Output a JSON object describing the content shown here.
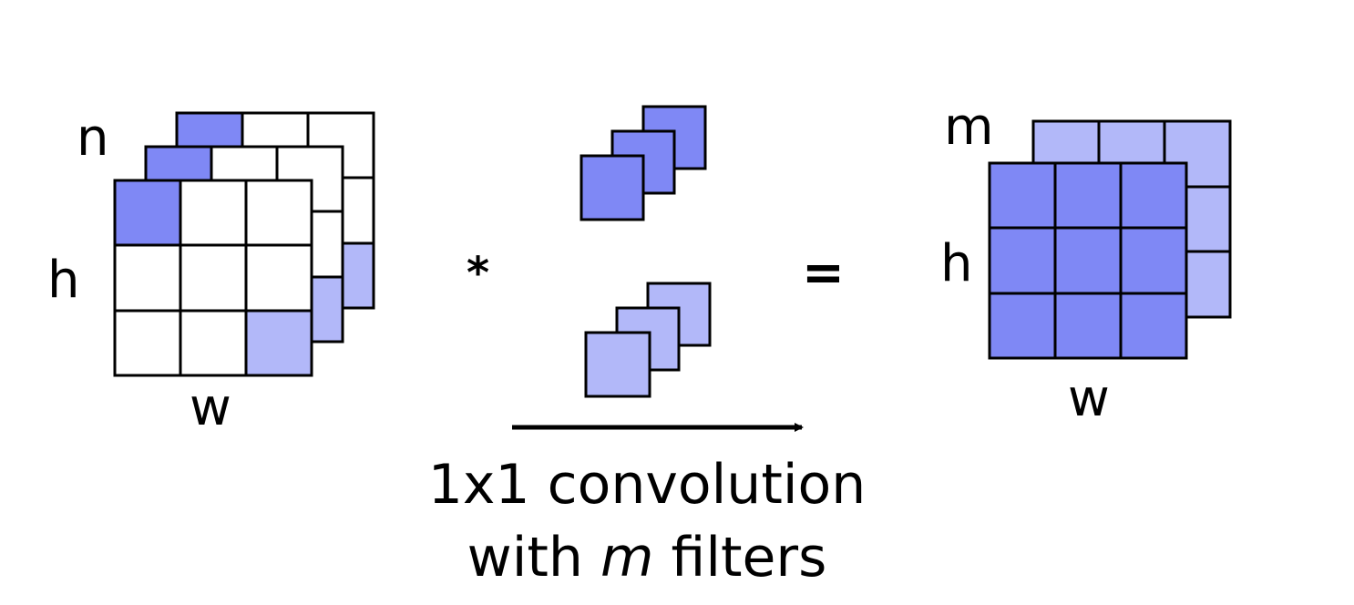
{
  "input": {
    "depth_label": "n",
    "height_label": "h",
    "width_label": "w"
  },
  "operators": {
    "convolve": "*",
    "equals": "="
  },
  "output": {
    "depth_label": "m",
    "height_label": "h",
    "width_label": "w"
  },
  "caption": {
    "line1": "1x1 convolution",
    "line2_prefix": "with ",
    "line2_var": "m",
    "line2_suffix": " filters"
  },
  "colors": {
    "dark_fill": "#7f88f5",
    "light_fill": "#b2b8f9",
    "stroke": "#000000",
    "background": "#ffffff"
  }
}
